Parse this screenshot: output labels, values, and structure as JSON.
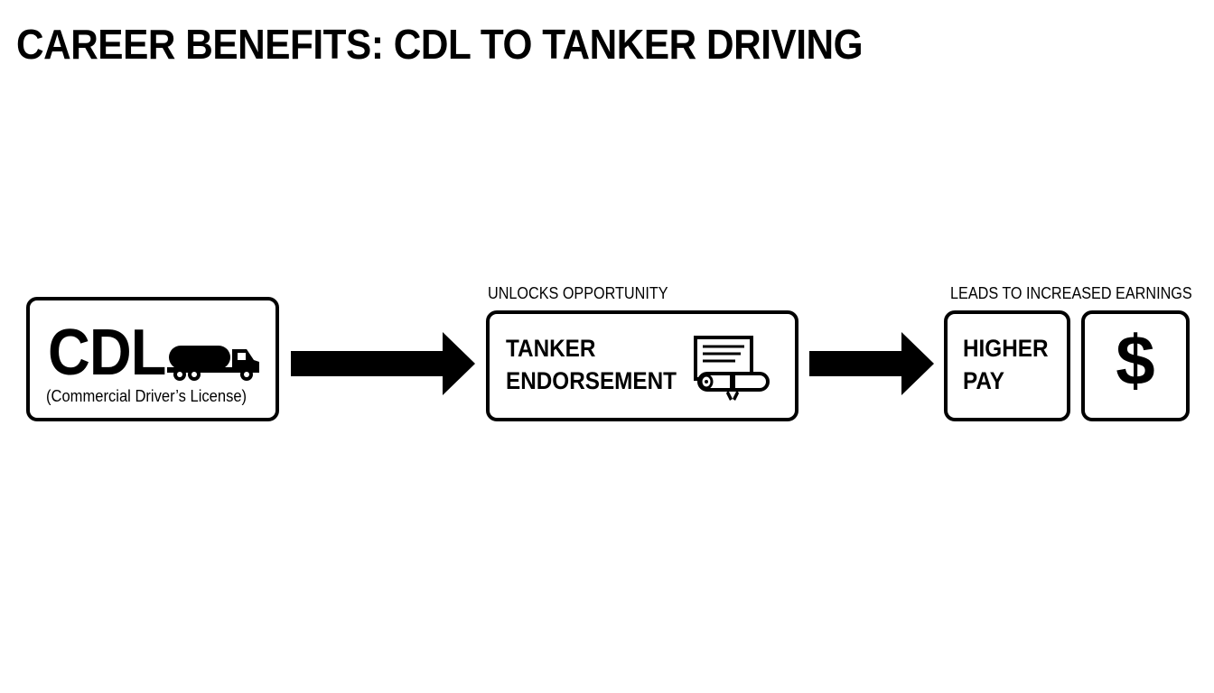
{
  "title": "CAREER BENEFITS: CDL TO TANKER DRIVING",
  "steps": [
    {
      "label": "CDL",
      "sublabel": "(Commercial Driver’s License)",
      "icon": "tanker-truck-icon"
    },
    {
      "caption": "UNLOCKS OPPORTUNITY",
      "label_line1": "TANKER",
      "label_line2": "ENDORSEMENT",
      "icon": "certificate-diploma-icon"
    },
    {
      "caption": "LEADS TO INCREASED EARNINGS",
      "label_line1": "HIGHER",
      "label_line2": "PAY",
      "icon": "dollar-sign-icon",
      "symbol": "$"
    }
  ],
  "colors": {
    "stroke": "#000000",
    "background": "#ffffff"
  }
}
